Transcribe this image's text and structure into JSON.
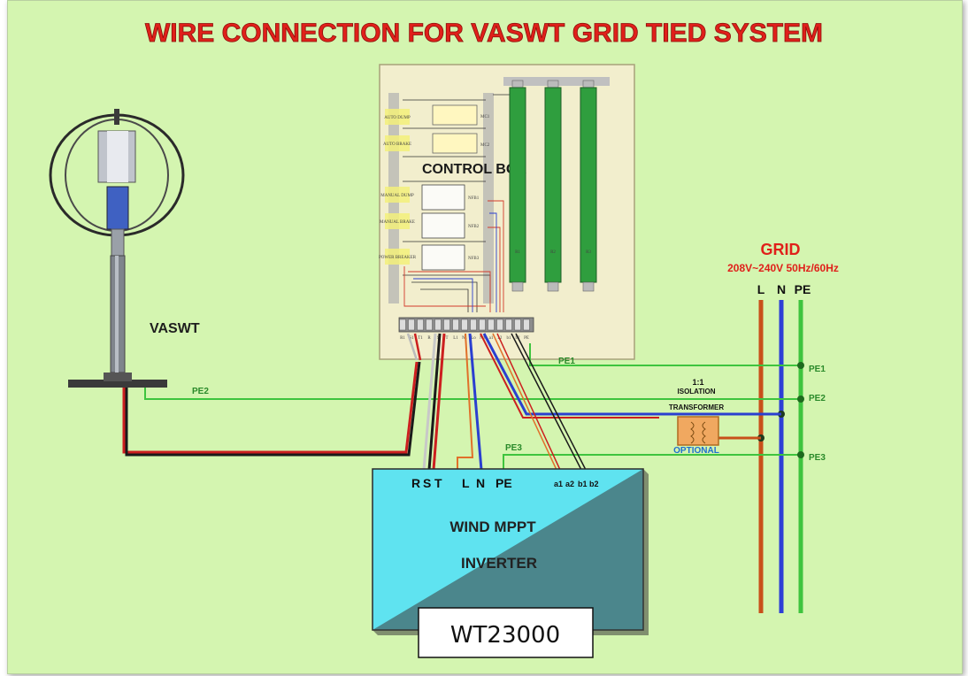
{
  "title": "WIRE CONNECTION FOR VASWT GRID TIED SYSTEM",
  "turbine": {
    "label": "VASWT"
  },
  "control_box": {
    "label": "CONTROL BOX",
    "side_labels": [
      "AUTO DUMP",
      "AUTO BRAKE",
      "MANUAL DUMP",
      "MANUAL BRAKE",
      "POWER BREAKER"
    ],
    "contactors": [
      "MC1",
      "MC2"
    ],
    "breakers": [
      "NFB1",
      "NFB2",
      "NFB3"
    ],
    "resistors": [
      "R1",
      "R2",
      "R3"
    ],
    "terminals": [
      "R1",
      "S1",
      "T1",
      "R",
      "S",
      "T",
      "L1",
      "N1",
      "Lo",
      "No",
      "a1",
      "a2",
      "b1",
      "b2",
      "PE"
    ]
  },
  "grid": {
    "title": "GRID",
    "spec": "208V~240V 50Hz/60Hz",
    "lines": [
      "L",
      "N",
      "PE"
    ],
    "pe_labels": [
      "PE1",
      "PE2",
      "PE3"
    ]
  },
  "wires": {
    "pe1": "PE1",
    "pe2": "PE2",
    "pe3": "PE3"
  },
  "transformer": {
    "ratio": "1:1",
    "name": "ISOLATION",
    "type": "TRANSFORMER",
    "note": "OPTIONAL"
  },
  "inverter": {
    "terminals": [
      "R",
      "S",
      "T",
      "L",
      "N",
      "PE",
      "a1",
      "a2",
      "b1",
      "b2"
    ],
    "line1": "WIND MPPT",
    "line2": "INVERTER",
    "model": "WT23000"
  },
  "colors": {
    "background": "#d4f5b0",
    "title": "#e0201a",
    "grid_title": "#e0201a",
    "L": "#c8501a",
    "N": "#2d3fd6",
    "PE": "#3ec43e",
    "inverter": "#5fe3f0"
  }
}
